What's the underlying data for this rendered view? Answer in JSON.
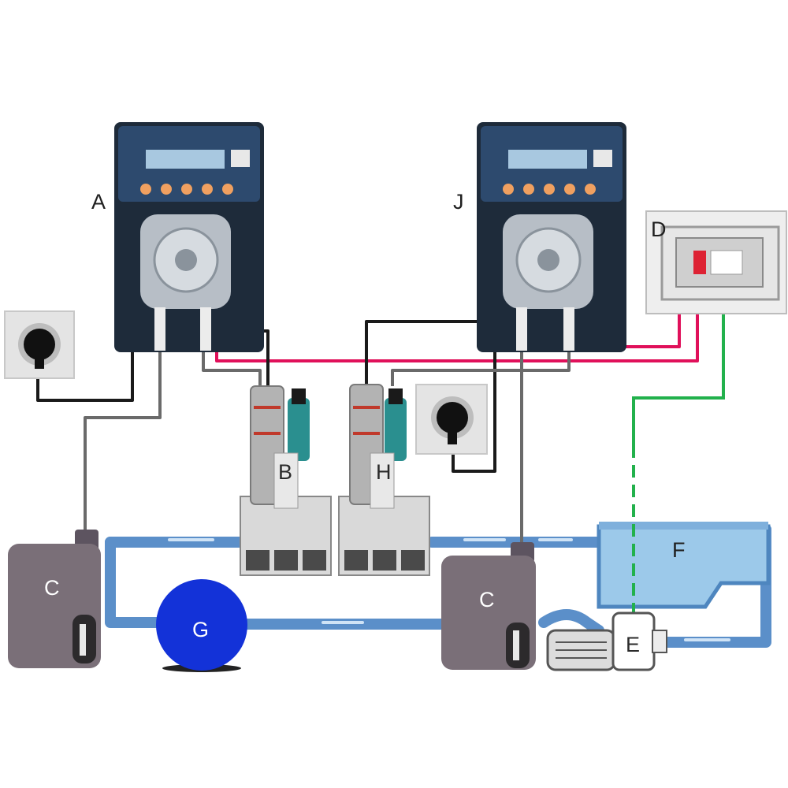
{
  "labels": {
    "A": "A",
    "B": "B",
    "C1": "C",
    "C2": "C",
    "D": "D",
    "E": "E",
    "F": "F",
    "G": "G",
    "H": "H",
    "J": "J"
  },
  "colors": {
    "pump_body": "#1e2b3a",
    "pump_panel": "#2d4a6e",
    "display": "#a8c8e0",
    "button": "#f0a060",
    "pipe": "#5b8fc9",
    "pool": "#9cc9ea",
    "filter_tank": "#1332d8",
    "canister": "#7a6f78",
    "power_wire": "#e0105a",
    "ground_wire": "#22b14c",
    "signal_wire": "#1a1a1a",
    "feed_tube": "#6a6a6a",
    "probe_teal": "#2a8f8f"
  }
}
